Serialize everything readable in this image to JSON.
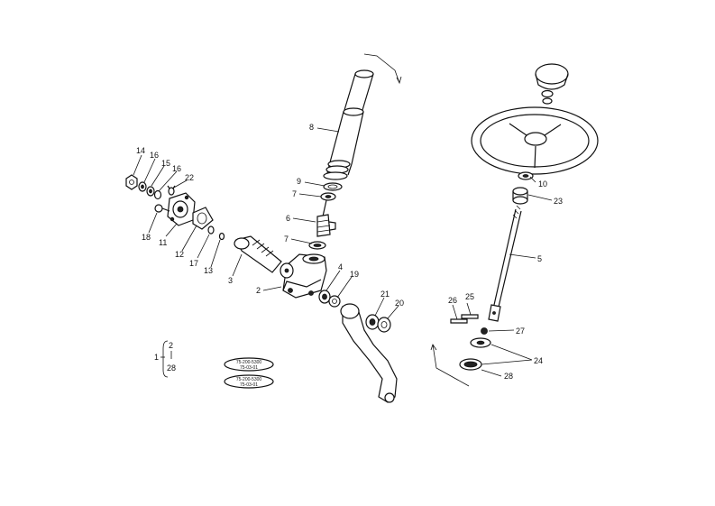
{
  "diagram": {
    "callouts": {
      "p1": "1",
      "p2": "2",
      "p3": "3",
      "p4": "4",
      "p5": "5",
      "p6": "6",
      "p7a": "7",
      "p7b": "7",
      "p8": "8",
      "p9": "9",
      "p10": "10",
      "p11": "11",
      "p12": "12",
      "p13": "13",
      "p14": "14",
      "p15": "15",
      "p16a": "16",
      "p16b": "16",
      "p17": "17",
      "p18": "18",
      "p19": "19",
      "p20": "20",
      "p21": "21",
      "p22": "22",
      "p23": "23",
      "p24": "24",
      "p25": "25",
      "p26": "26",
      "p27": "27",
      "p28": "28"
    },
    "assembly_note": {
      "top": "2",
      "bottom": "28"
    },
    "stamps": [
      {
        "line1": "75-200-5300",
        "line2": "75-03-01"
      },
      {
        "line1": "75-200-5300",
        "line2": "75-03-01"
      }
    ]
  },
  "colors": {
    "ink": "#111111",
    "paper": "#ffffff"
  }
}
